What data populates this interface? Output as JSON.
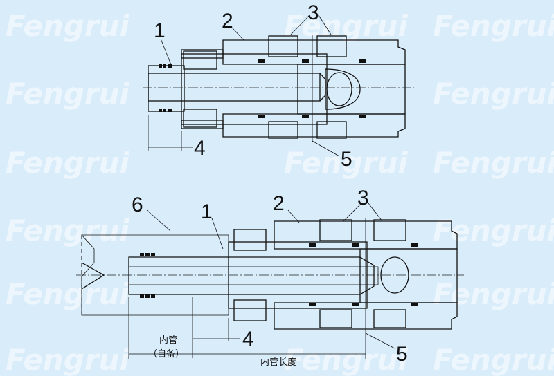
{
  "watermark": {
    "text": "Fengrui"
  },
  "top_diagram": {
    "callouts": [
      "1",
      "2",
      "3",
      "4",
      "5"
    ]
  },
  "bottom_diagram": {
    "callouts": [
      "6",
      "1",
      "2",
      "3",
      "4",
      "5"
    ],
    "labels": {
      "inner_tube_line1": "内管",
      "inner_tube_line2": "（自备）",
      "inner_tube_length": "内管长度"
    }
  },
  "colors": {
    "background": "#d9ecfa",
    "body_fill": "#ffffff",
    "hatch": "#222222",
    "inner_tube": "#a9d9ea",
    "line": "#111111"
  }
}
